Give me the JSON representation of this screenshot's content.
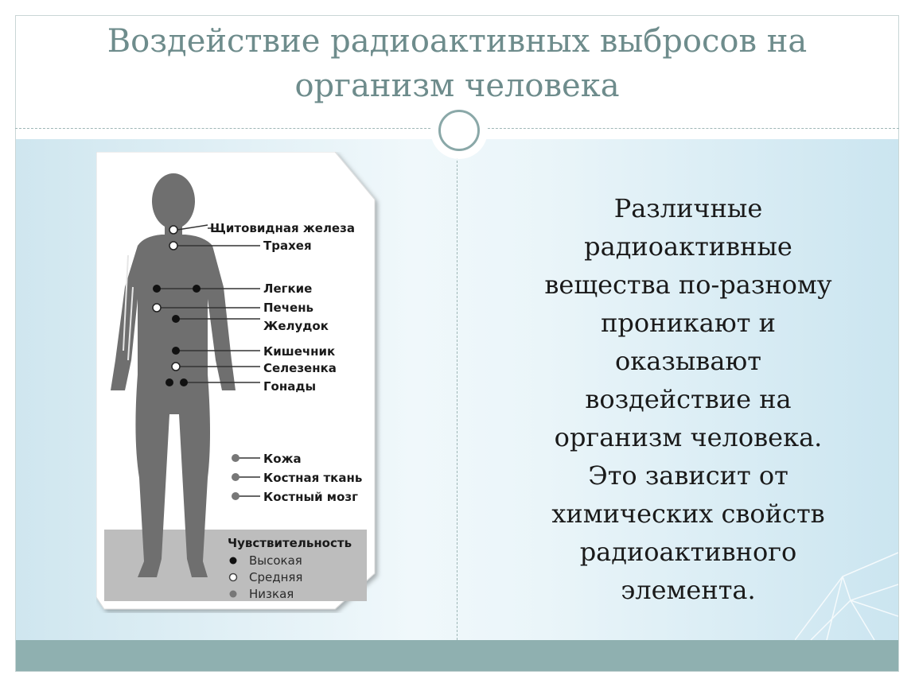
{
  "title": "Воздействие радиоактивных выбросов на организм человека",
  "figure": {
    "organ_labels": [
      "Щитовидная железа",
      "Трахея",
      "Легкие",
      "Печень",
      "Желудок",
      "Кишечник",
      "Селезенка",
      "Гонады"
    ],
    "tissue_labels": [
      "Кожа",
      "Костная ткань",
      "Костный мозг"
    ],
    "legend_title": "Чувствительность",
    "legend_items": [
      "Высокая",
      "Средняя",
      "Низкая"
    ]
  },
  "body_lines": [
    "Различные",
    "радиоактивные",
    "вещества по-разному",
    "проникают и",
    "оказывают",
    "воздействие на",
    "организм человека.",
    "Это зависит от",
    "химических свойств",
    "радиоактивного",
    "элемента."
  ],
  "colors": {
    "title": "#6e8c8c",
    "accent": "#8fb0b0",
    "body_fill": "#6f6f6f"
  }
}
